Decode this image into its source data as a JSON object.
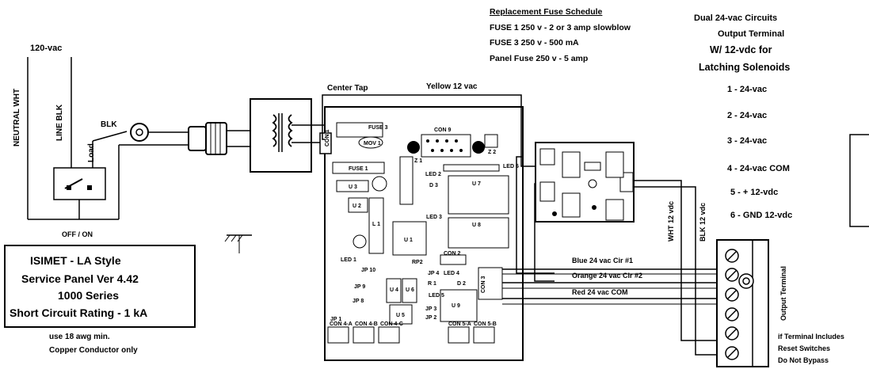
{
  "labels": {
    "supply_voltage": "120-vac",
    "neutral": "NEUTRAL WHT",
    "line": "LINE BLK",
    "load": "Load",
    "blk": "BLK",
    "off_on": "OFF / ON",
    "center_tap": "Center Tap",
    "yellow": "Yellow   12 vac",
    "wht_12vdc": "WHT 12 vdc",
    "blk_12vdc": "BLK 12 vdc",
    "blue": "Blue       24 vac Cir #1",
    "orange": "Orange  24 vac Cir #2",
    "red": "Red        24 vac COM",
    "output_terminal": "Output Terminal"
  },
  "info": {
    "title": "ISIMET  - LA Style",
    "version": "Service Panel Ver  4.42",
    "series": "1000 Series",
    "rating": "Short Circuit Rating - 1 kA",
    "note_1": "use 18 awg min.",
    "note_2": "Copper Conductor only"
  },
  "fuse_schedule": {
    "title": "Replacement Fuse Schedule",
    "rows": [
      "FUSE 1   250 v - 2 or 3 amp  slowblow",
      "FUSE 3   250 v - 500 mA",
      "Panel Fuse   250 v - 5 amp"
    ]
  },
  "outputs": {
    "header": [
      "Dual 24-vac  Circuits",
      "Output Terminal",
      "W/ 12-vdc for",
      "Latching Solenoids"
    ],
    "items": [
      "1 - 24-vac",
      "2 - 24-vac",
      "3 - 24-vac",
      "4 - 24-vac COM",
      "5 -     + 12-vdc",
      "6 -   GND  12-vdc"
    ]
  },
  "terminal_note": {
    "line_1": "if Terminal Includes",
    "line_2": "Reset Switches",
    "line_3": "Do Not Bypass"
  }
}
